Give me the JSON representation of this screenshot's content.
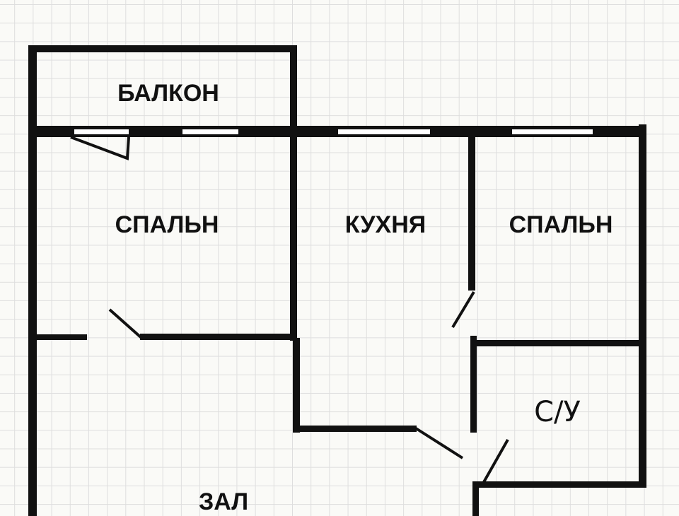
{
  "rooms": {
    "balcony": "БАЛКОН",
    "bedroom_left": "СПАЛЬН",
    "kitchen": "КУХНЯ",
    "bedroom_right": "СПАЛЬН",
    "bathroom": "С/У",
    "living_room": "ЗАЛ"
  },
  "colors": {
    "wall": "#111111",
    "background": "#fafaf7",
    "grid": "#dedede"
  }
}
